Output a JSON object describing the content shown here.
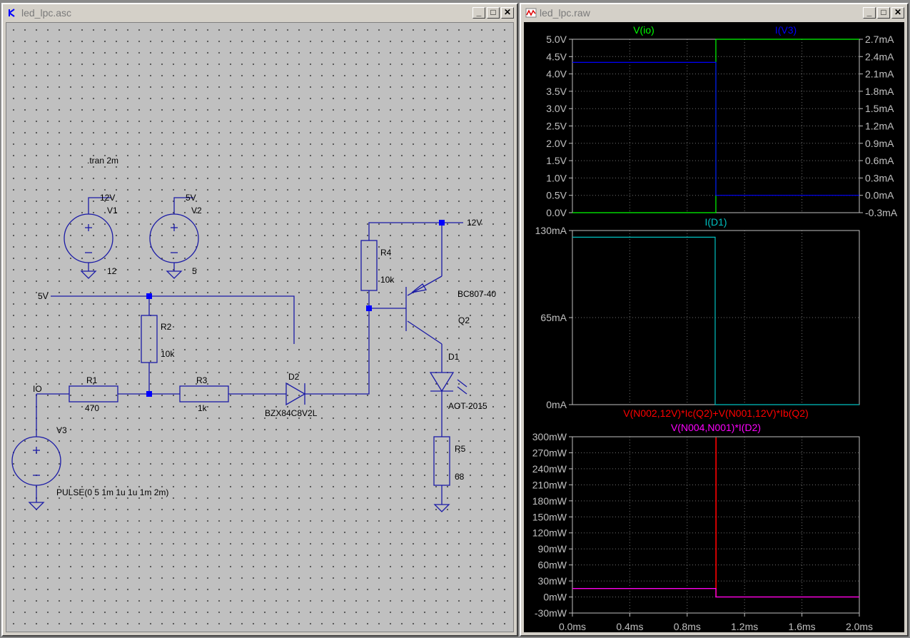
{
  "schematic_window": {
    "title": "led_lpc.asc",
    "buttons": {
      "minimize": "_",
      "maximize": "□",
      "close": "✕"
    },
    "directive": ".tran 2m",
    "sources": [
      {
        "name": "V1",
        "net": "12V",
        "value": "12"
      },
      {
        "name": "V2",
        "net": "5V",
        "value": "5"
      },
      {
        "name": "V3",
        "net": "IO",
        "value": "PULSE(0 5 1m 1u 1u 1m 2m)"
      }
    ],
    "resistors": [
      {
        "name": "R1",
        "value": "470"
      },
      {
        "name": "R2",
        "value": "10k"
      },
      {
        "name": "R3",
        "value": "1k"
      },
      {
        "name": "R4",
        "value": "10k"
      },
      {
        "name": "R5",
        "value": "68"
      }
    ],
    "diodes": [
      {
        "name": "D1",
        "value": "AOT-2015"
      },
      {
        "name": "D2",
        "value": "BZX84C8V2L"
      }
    ],
    "transistor": {
      "name": "Q2",
      "value": "BC807-40"
    },
    "net_labels": {
      "five_v": "5V",
      "twelve_v": "12V",
      "io": "IO"
    },
    "colors": {
      "wire": "#1a1aa6",
      "junction": "#0000ff",
      "text": "#000000"
    }
  },
  "waveform_window": {
    "title": "led_lpc.raw",
    "buttons": {
      "minimize": "_",
      "maximize": "□",
      "close": "✕"
    },
    "colors": {
      "background": "#000000",
      "axis": "#c0c0c0",
      "grid": "#707070"
    },
    "panes": [
      {
        "traces": [
          {
            "label": "V(io)",
            "color": "#00ff00",
            "axis": "left"
          },
          {
            "label": "I(V3)",
            "color": "#0000ff",
            "axis": "right"
          }
        ],
        "left_ticks": [
          "5.0V",
          "4.5V",
          "4.0V",
          "3.5V",
          "3.0V",
          "2.5V",
          "2.0V",
          "1.5V",
          "1.0V",
          "0.5V",
          "0.0V"
        ],
        "right_ticks": [
          "2.7mA",
          "2.4mA",
          "2.1mA",
          "1.8mA",
          "1.5mA",
          "1.2mA",
          "0.9mA",
          "0.6mA",
          "0.3mA",
          "0.0mA",
          "-0.3mA"
        ]
      },
      {
        "traces": [
          {
            "label": "I(D1)",
            "color": "#00c0c0",
            "axis": "left"
          }
        ],
        "left_ticks": [
          "130mA",
          "65mA",
          "0mA"
        ]
      },
      {
        "traces": [
          {
            "label": "V(N002,12V)*Ic(Q2)+V(N001,12V)*Ib(Q2)",
            "color": "#ff0000",
            "axis": "left"
          },
          {
            "label": "V(N004,N001)*I(D2)",
            "color": "#ff00ff",
            "axis": "left"
          }
        ],
        "left_ticks": [
          "300mW",
          "270mW",
          "240mW",
          "210mW",
          "180mW",
          "150mW",
          "120mW",
          "90mW",
          "60mW",
          "30mW",
          "0mW",
          "-30mW"
        ]
      }
    ],
    "x_ticks": [
      "0.0ms",
      "0.4ms",
      "0.8ms",
      "1.2ms",
      "1.6ms",
      "2.0ms"
    ]
  },
  "chart_data": [
    {
      "type": "line",
      "xlim": [
        0,
        2.0
      ],
      "ylim": [
        0,
        5.0
      ],
      "y2lim": [
        -0.3,
        2.7
      ],
      "series": [
        {
          "name": "V(io)",
          "x": [
            0,
            1.0,
            1.0,
            2.0
          ],
          "values": [
            0,
            0,
            5.0,
            5.0
          ]
        },
        {
          "name": "I(V3)",
          "axis": "right",
          "x": [
            0,
            1.0,
            1.0,
            2.0
          ],
          "values": [
            2.3,
            2.3,
            0.0,
            0.0
          ]
        }
      ]
    },
    {
      "type": "line",
      "xlim": [
        0,
        2.0
      ],
      "ylim": [
        0,
        130
      ],
      "series": [
        {
          "name": "I(D1)",
          "x": [
            0,
            0.995,
            0.995,
            2.0
          ],
          "values": [
            125,
            125,
            0,
            0
          ]
        }
      ]
    },
    {
      "type": "line",
      "xlim": [
        0,
        2.0
      ],
      "ylim": [
        -30,
        300
      ],
      "series": [
        {
          "name": "V(N002,12V)*Ic(Q2)+V(N001,12V)*Ib(Q2)",
          "x": [
            0,
            1.0,
            1.0,
            1.002,
            1.002,
            2.0
          ],
          "values": [
            16,
            16,
            298,
            298,
            0,
            0
          ]
        },
        {
          "name": "V(N004,N001)*I(D2)",
          "x": [
            0,
            1.0,
            1.0,
            2.0
          ],
          "values": [
            16,
            16,
            0,
            0
          ]
        }
      ]
    }
  ]
}
